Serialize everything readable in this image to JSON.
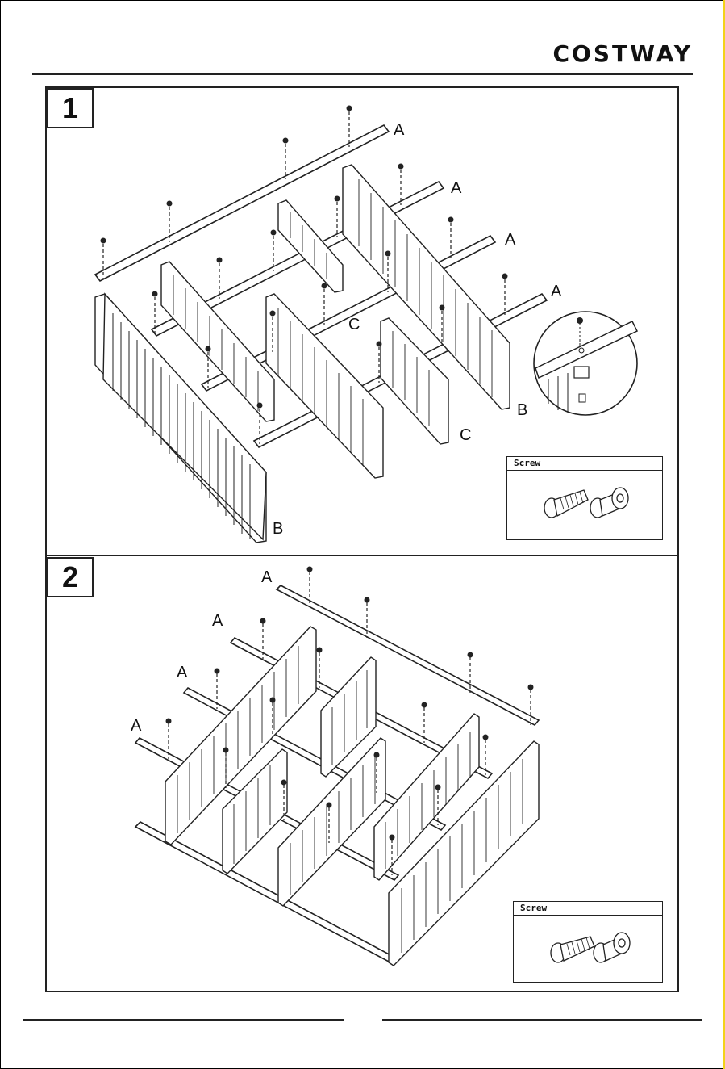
{
  "header": {
    "brand": "COSTWAY"
  },
  "steps": [
    {
      "number": "1",
      "labels": {
        "a1": "A",
        "a2": "A",
        "a3": "A",
        "a4": "A",
        "b1": "B",
        "b2": "B",
        "c1": "C",
        "c2": "C"
      },
      "screw_box": {
        "title": "Screw"
      }
    },
    {
      "number": "2",
      "labels": {
        "a1": "A",
        "a2": "A",
        "a3": "A",
        "a4": "A"
      },
      "screw_box": {
        "title": "Screw"
      }
    }
  ],
  "colors": {
    "line": "#222222",
    "accent": "#f3d21a",
    "background": "#ffffff"
  }
}
